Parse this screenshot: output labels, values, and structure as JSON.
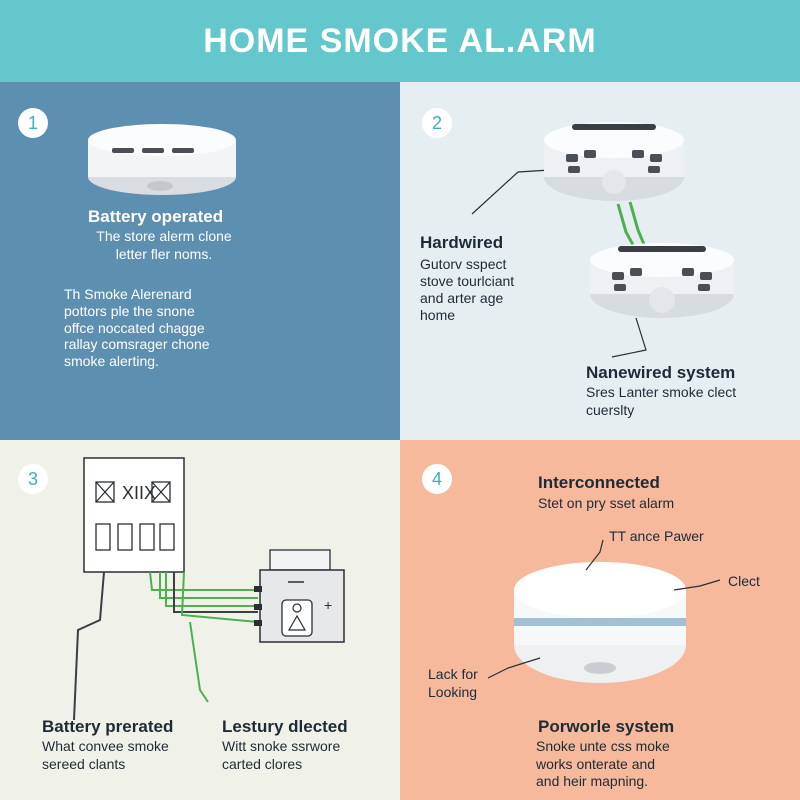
{
  "title": "HOME SMOKE AL.ARM",
  "colors": {
    "header": "#63c7cc",
    "panel1": "#5d8fb0",
    "panel2": "#e6eef2",
    "panel3": "#f0f2ea",
    "panel4": "#f6b99b",
    "wire": "#4caf50"
  },
  "panels": [
    {
      "number": "1",
      "heading": "Battery operated",
      "caption": [
        "The store alerm clone",
        "letter fler noms."
      ],
      "body": [
        "Th Smoke Alerenard",
        "pottors ple the snone",
        "offce noccated chagge",
        "rallay comsrager chone",
        "smoke alerting."
      ]
    },
    {
      "number": "2",
      "heading": "Hardwired",
      "body": [
        "Gutorv sspect",
        "stove tourlciant",
        "and arter age",
        "home"
      ],
      "sub_heading": "Nanewired system",
      "sub_body": [
        "Sres Lanter smoke clect",
        "cuerslty"
      ]
    },
    {
      "number": "3",
      "panel_label": "XIIX",
      "left_heading": "Battery prerated",
      "left_body": [
        "What convee smoke",
        "sereed clants"
      ],
      "right_heading": "Lestury dlected",
      "right_body": [
        "Witt snoke ssrwore",
        "carted clores"
      ]
    },
    {
      "number": "4",
      "heading": "Interconnected",
      "caption": "Stet on pry sset alarm",
      "callouts": [
        "TT ance Pawer",
        "Clect",
        "Lack for",
        "Looking"
      ],
      "bottom_heading": "Porworle system",
      "bottom_body": [
        "Snoke unte css moke",
        "works onterate and",
        "and heir mapning."
      ]
    }
  ]
}
